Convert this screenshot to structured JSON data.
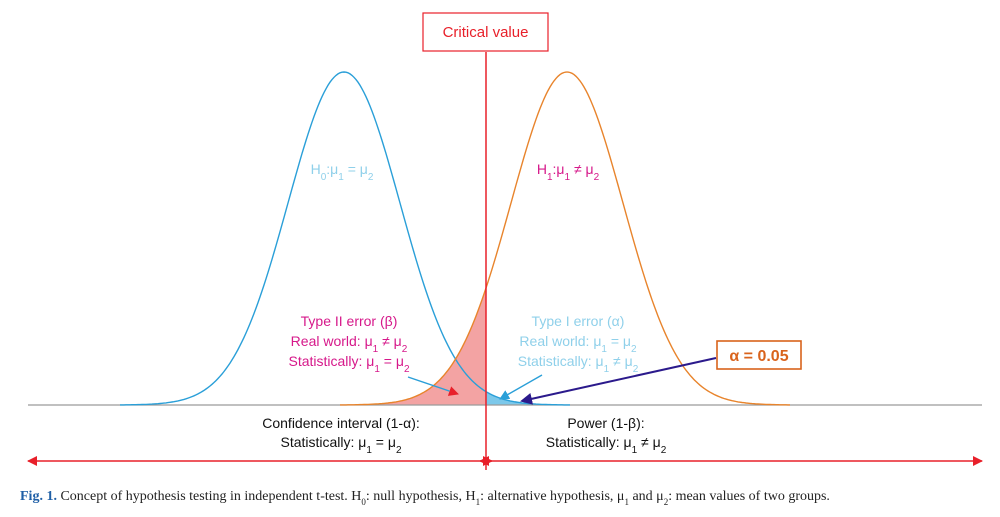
{
  "critical_value_label": "Critical value",
  "h0": {
    "prefix": "H",
    "sub": "0",
    "rest": ":μ",
    "s1": "1",
    "eq": " = μ",
    "s2": "2"
  },
  "h1": {
    "prefix": "H",
    "sub": "1",
    "rest": ":μ",
    "s1": "1",
    "eq": " ≠ μ",
    "s2": "2"
  },
  "type2": {
    "title": "Type II error (β)",
    "real": "Real world: μ",
    "real_s1": "1",
    "real_op": " ≠ μ",
    "real_s2": "2",
    "stat": "Statistically: μ",
    "stat_s1": "1",
    "stat_op": " = μ",
    "stat_s2": "2"
  },
  "type1": {
    "title": "Type I error (α)",
    "real": "Real world: μ",
    "real_s1": "1",
    "real_op": " = μ",
    "real_s2": "2",
    "stat": "Statistically: μ",
    "stat_s1": "1",
    "stat_op": " ≠ μ",
    "stat_s2": "2"
  },
  "alpha_box": "α = 0.05",
  "confidence": {
    "title": "Confidence interval (1-α):",
    "stat": "Statistically: μ",
    "s1": "1",
    "op": " = μ",
    "s2": "2"
  },
  "power": {
    "title": "Power (1-β):",
    "stat": "Statistically: μ",
    "s1": "1",
    "op": " ≠ μ",
    "s2": "2"
  },
  "caption": {
    "fig": "Fig. 1.",
    "text_a": " Concept of hypothesis testing in independent t-test. H",
    "sub0": "0",
    "text_b": ": null hypothesis, H",
    "sub1": "1",
    "text_c": ": alternative hypothesis, μ",
    "sub_m1": "1",
    "text_d": " and μ",
    "sub_m2": "2",
    "text_e": ": mean values of two groups."
  },
  "colors": {
    "null_curve": "#2a9fd8",
    "alt_curve": "#e8842c",
    "critical_line": "#e8202a",
    "beta_fill": "#f3a3a3",
    "alpha_fill": "#7cc8ea",
    "magenta_text": "#d6188a",
    "light_blue_text": "#8fd0ea",
    "navy_arrow": "#2b1a8c",
    "orange_box": "#d9631c"
  }
}
